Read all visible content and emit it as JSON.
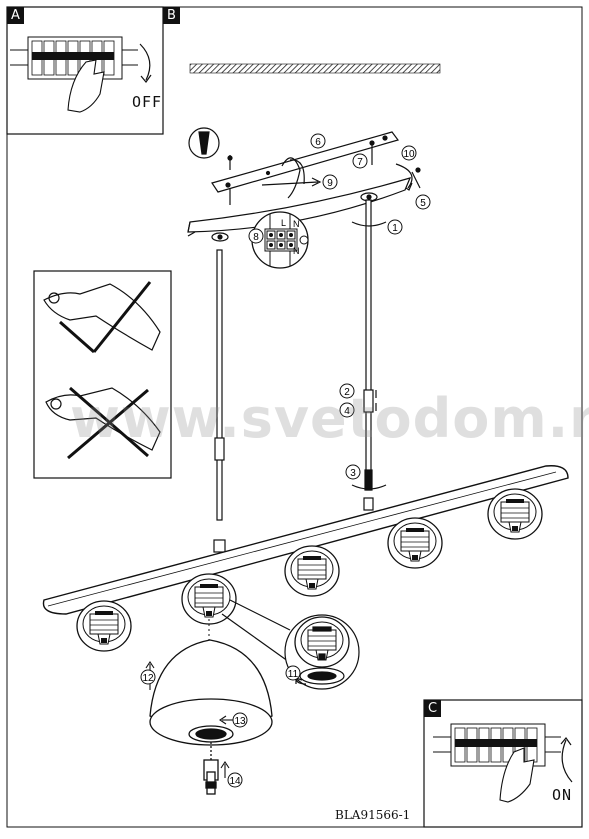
{
  "panels": {
    "a": {
      "letter": "A",
      "switch_state": "OFF"
    },
    "b": {
      "letter": "B"
    },
    "c": {
      "letter": "C",
      "switch_state": "ON"
    }
  },
  "terminal_labels": {
    "l": "L",
    "n_top": "N",
    "n_bottom": "N"
  },
  "step_numbers": [
    "1",
    "2",
    "3",
    "4",
    "5",
    "6",
    "7",
    "8",
    "9",
    "10",
    "11",
    "12",
    "13",
    "14"
  ],
  "watermark": "www.svetodom.ru",
  "document_code": "BLA91566-1",
  "colors": {
    "line": "#111111",
    "watermark": "#8c8c8c",
    "background": "#ffffff"
  }
}
